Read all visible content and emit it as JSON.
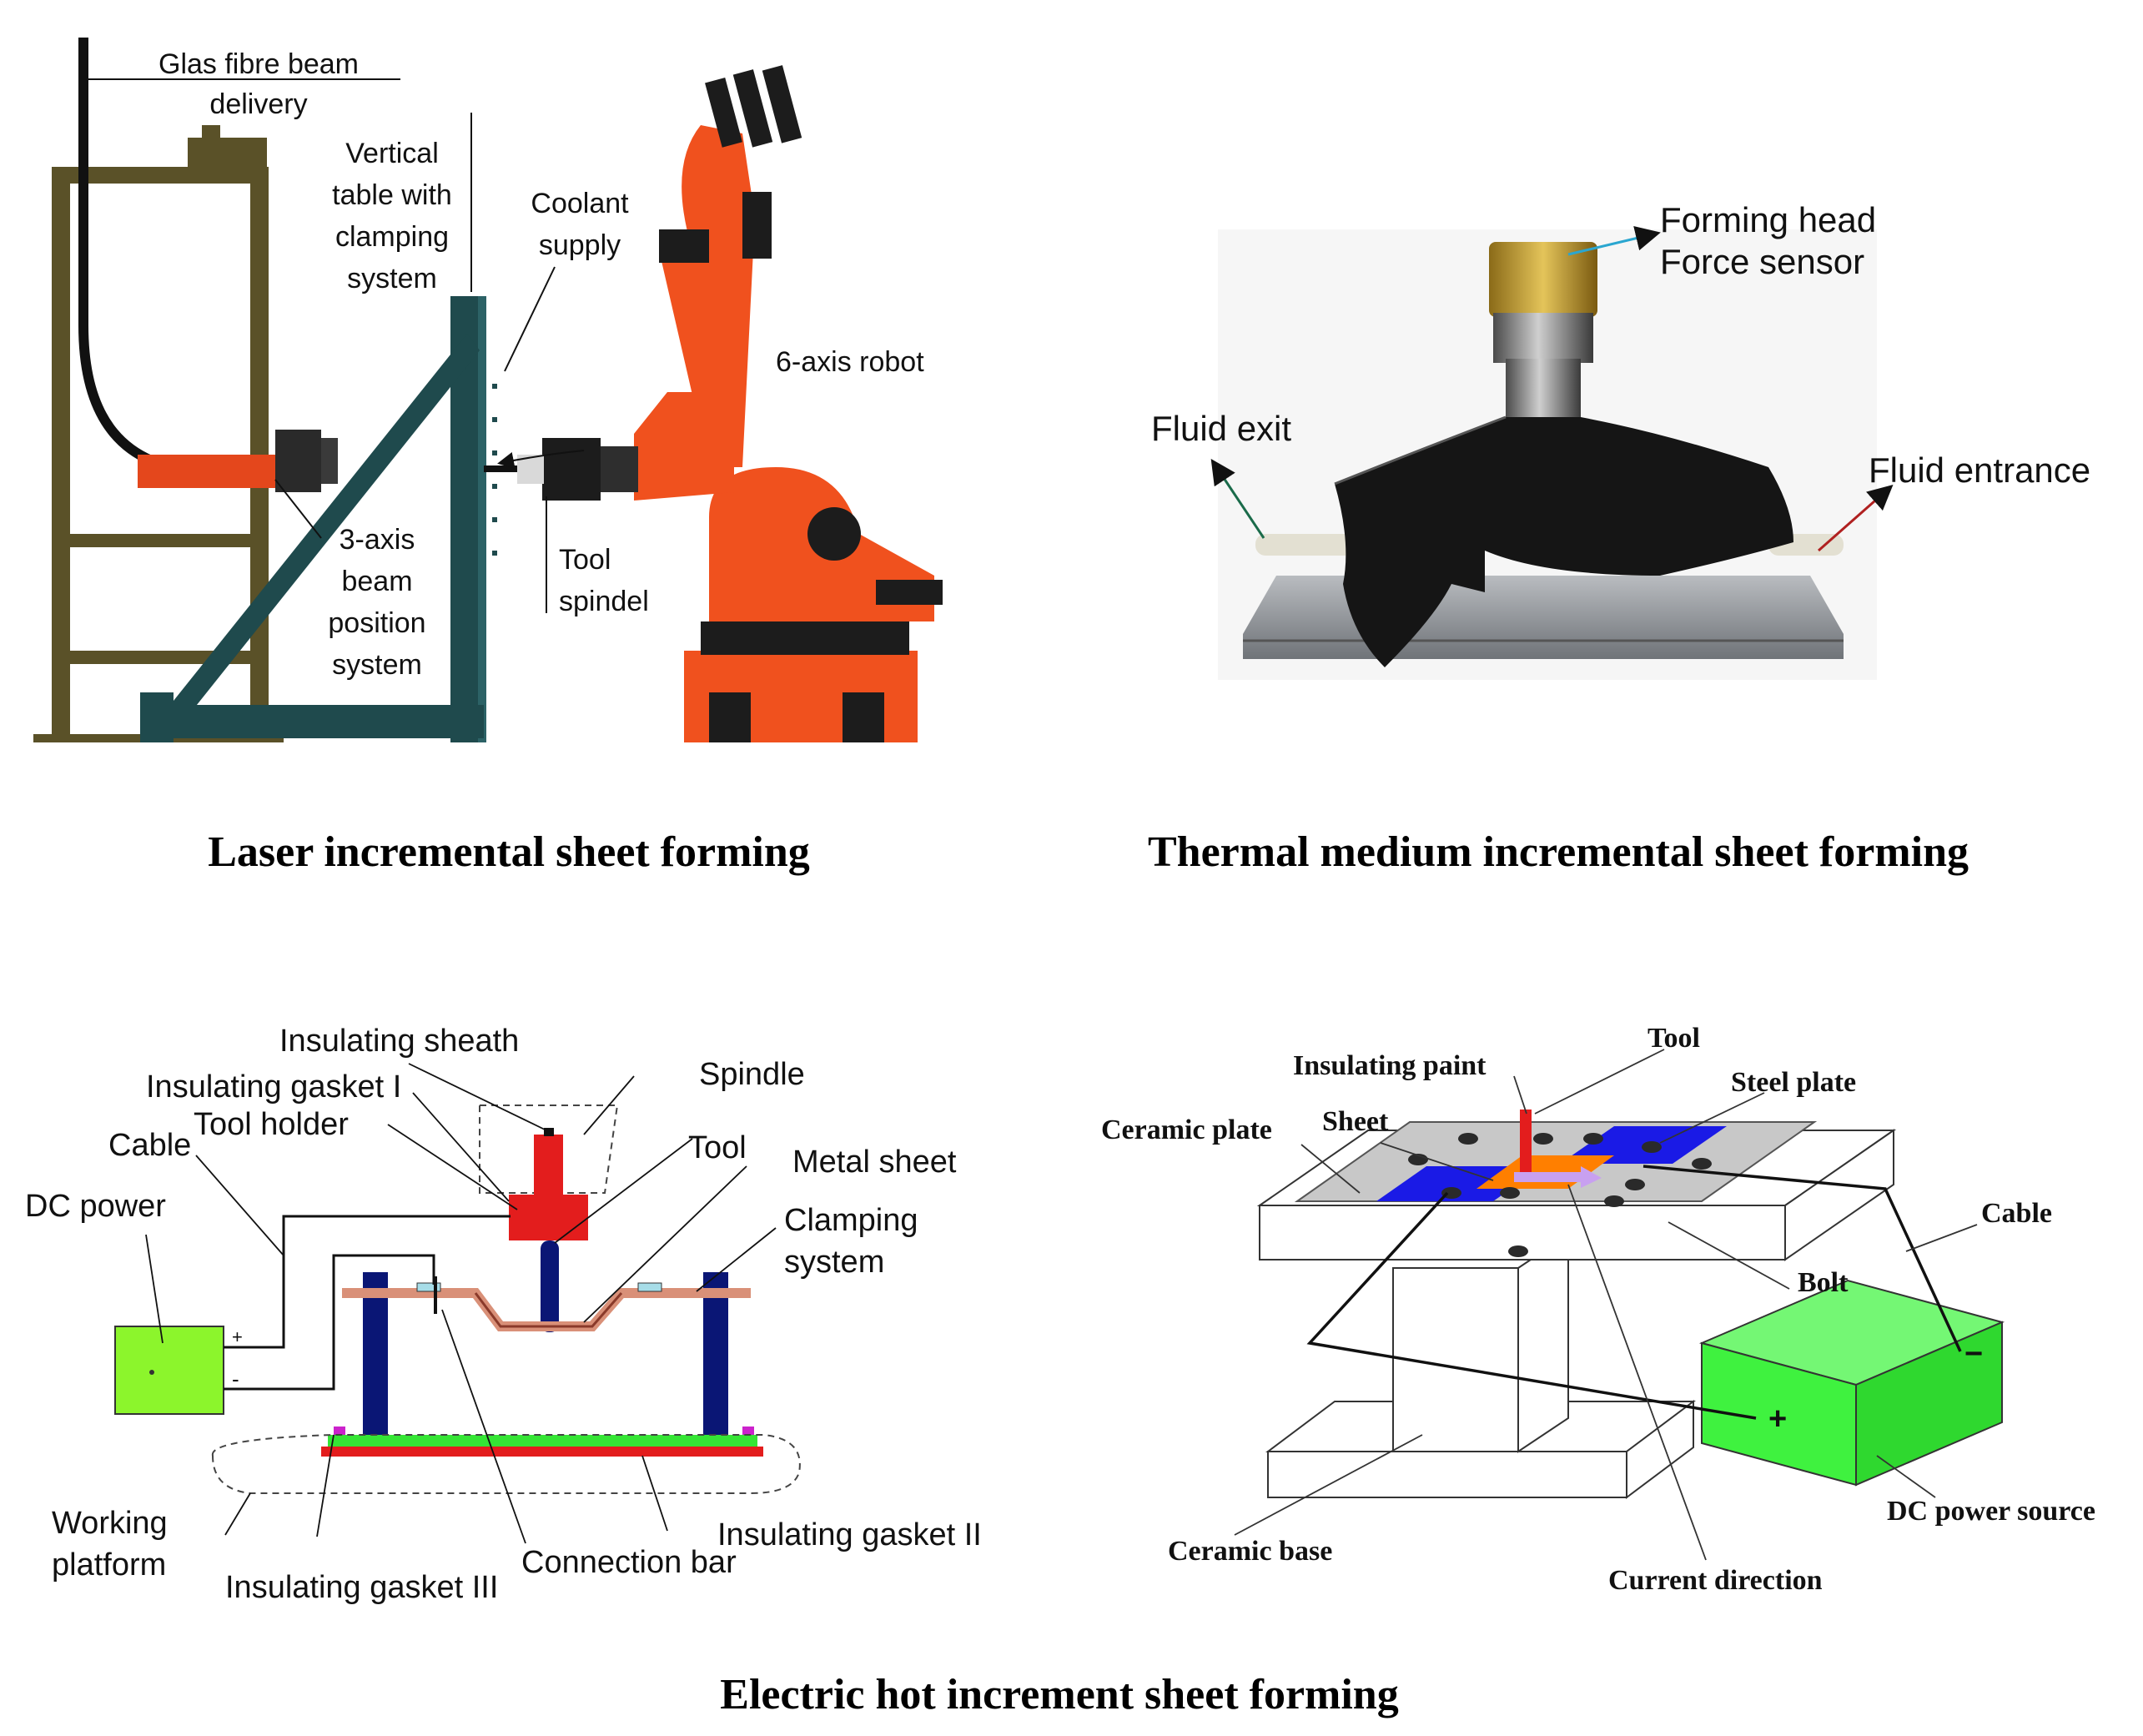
{
  "colors": {
    "robot_orange": "#f0511e",
    "robot_black": "#1c1c1c",
    "frame_olive": "#5a5128",
    "frame_teal": "#1f4a4d",
    "beam_red": "#e4471c",
    "tool_red": "#e31d1d",
    "column_navy": "#0a1675",
    "sheet_copper": "#d99078",
    "base_green": "#35e535",
    "base_red": "#e31d1d",
    "dc_green": "#8cf52c",
    "plate_gray": "#c8c8c8",
    "plate_blue": "#1a1ae6",
    "sheet_orange": "#ff7f00",
    "arrow_violet": "#c8a0f0",
    "box_green": "#3ff23f",
    "cloth_black": "#151515"
  },
  "laser": {
    "caption": "Laser incremental sheet forming",
    "labels": {
      "glass_fibre_1": "Glas fibre beam",
      "glass_fibre_2": "delivery",
      "vertical_1": "Vertical",
      "vertical_2": "table with",
      "vertical_3": "clamping",
      "vertical_4": "system",
      "coolant_1": "Coolant",
      "coolant_2": "supply",
      "robot": "6-axis robot",
      "beam_pos_1": "3-axis",
      "beam_pos_2": "beam",
      "beam_pos_3": "position",
      "beam_pos_4": "system",
      "spindel_1": "Tool",
      "spindel_2": "spindel"
    }
  },
  "thermal": {
    "caption": "Thermal medium incremental sheet forming",
    "labels": {
      "forming_head": "Forming head",
      "force_sensor": "Force sensor",
      "fluid_exit": "Fluid exit",
      "fluid_entrance": "Fluid entrance"
    }
  },
  "electric_left": {
    "labels": {
      "insulating_sheath": "Insulating sheath",
      "insulating_gasket_1": "Insulating gasket I",
      "tool_holder": "Tool holder",
      "cable": "Cable",
      "spindle": "Spindle",
      "tool": "Tool",
      "metal_sheet": "Metal sheet",
      "dc_power": "DC power",
      "clamping_1": "Clamping",
      "clamping_2": "system",
      "plus": "+",
      "minus": "-",
      "working_1": "Working",
      "working_2": "platform",
      "insulating_gasket_3": "Insulating gasket III",
      "connection_bar": "Connection bar",
      "insulating_gasket_2": "Insulating gasket II"
    }
  },
  "electric_right": {
    "labels": {
      "tool": "Tool",
      "insulating_paint": "Insulating paint",
      "steel_plate": "Steel plate",
      "ceramic_plate": "Ceramic plate",
      "sheet": "Sheet",
      "cable": "Cable",
      "bolt": "Bolt",
      "minus": "−",
      "plus": "+",
      "dc_power_source": "DC power source",
      "ceramic_base": "Ceramic base",
      "current_direction": "Current direction"
    }
  },
  "bottom_caption": "Electric hot increment sheet forming"
}
